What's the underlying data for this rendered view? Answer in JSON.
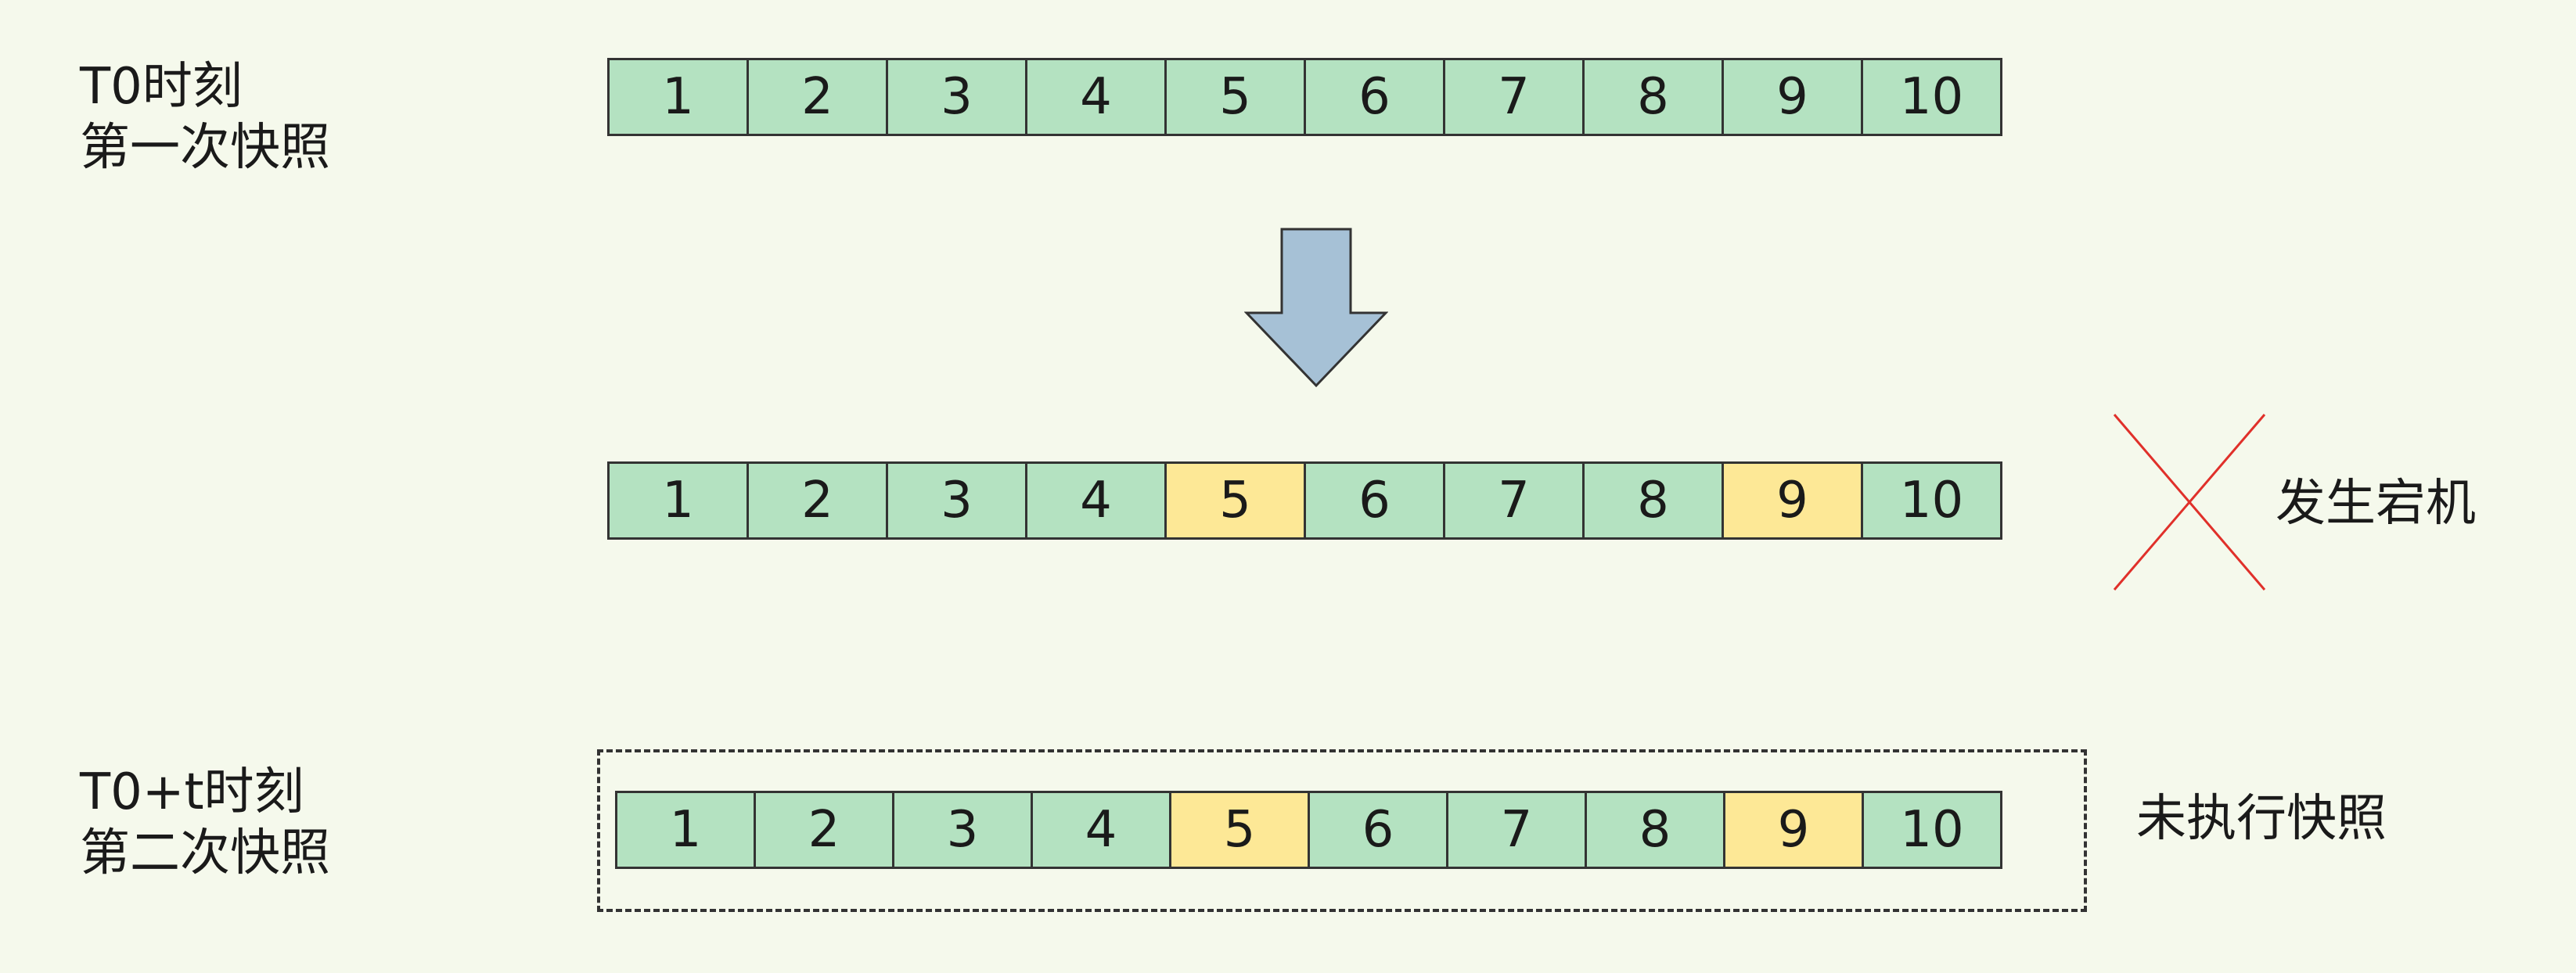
{
  "snapshot_1": {
    "time_label": "T0时刻",
    "title": "第一次快照",
    "cells": [
      {
        "value": "1",
        "changed": false
      },
      {
        "value": "2",
        "changed": false
      },
      {
        "value": "3",
        "changed": false
      },
      {
        "value": "4",
        "changed": false
      },
      {
        "value": "5",
        "changed": false
      },
      {
        "value": "6",
        "changed": false
      },
      {
        "value": "7",
        "changed": false
      },
      {
        "value": "8",
        "changed": false
      },
      {
        "value": "9",
        "changed": false
      },
      {
        "value": "10",
        "changed": false
      }
    ]
  },
  "modified_state": {
    "crash_label": "发生宕机",
    "cells": [
      {
        "value": "1",
        "changed": false
      },
      {
        "value": "2",
        "changed": false
      },
      {
        "value": "3",
        "changed": false
      },
      {
        "value": "4",
        "changed": false
      },
      {
        "value": "5",
        "changed": true
      },
      {
        "value": "6",
        "changed": false
      },
      {
        "value": "7",
        "changed": false
      },
      {
        "value": "8",
        "changed": false
      },
      {
        "value": "9",
        "changed": true
      },
      {
        "value": "10",
        "changed": false
      }
    ]
  },
  "snapshot_2": {
    "time_label": "T0+t时刻",
    "title": "第二次快照",
    "status_label": "未执行快照",
    "cells": [
      {
        "value": "1",
        "changed": false
      },
      {
        "value": "2",
        "changed": false
      },
      {
        "value": "3",
        "changed": false
      },
      {
        "value": "4",
        "changed": false
      },
      {
        "value": "5",
        "changed": true
      },
      {
        "value": "6",
        "changed": false
      },
      {
        "value": "7",
        "changed": false
      },
      {
        "value": "8",
        "changed": false
      },
      {
        "value": "9",
        "changed": true
      },
      {
        "value": "10",
        "changed": false
      }
    ]
  },
  "colors": {
    "background": "#f5f9ec",
    "cell_unchanged": "#b4e2c1",
    "cell_changed": "#fde896",
    "arrow_fill": "#a6c1d6",
    "crash_mark": "#e0302a",
    "border": "#333333"
  },
  "icons": {
    "arrow": "down-arrow-icon",
    "crash": "cross-mark-icon"
  }
}
